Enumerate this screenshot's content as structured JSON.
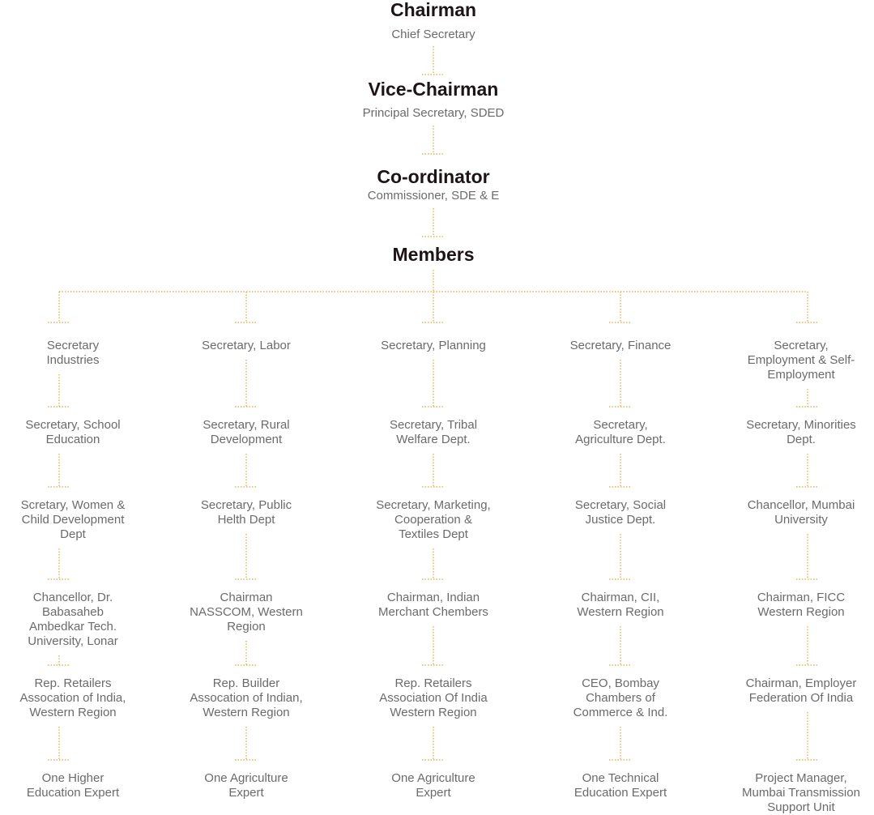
{
  "top": [
    {
      "title": "Chairman",
      "subtitle": "Chief Secretary"
    },
    {
      "title": "Vice-Chairman",
      "subtitle": "Principal Secretary, SDED"
    },
    {
      "title": "Co-ordinator",
      "subtitle": "Commissioner, SDE & E"
    },
    {
      "title": "Members"
    }
  ],
  "columns": [
    [
      "Secretary\nIndustries",
      "Secretary, School\nEducation",
      "Scretary, Women &\nChild Development\nDept",
      "Chancellor, Dr.\nBabasaheb\nAmbedkar Tech.\nUniversity, Lonar",
      "Rep. Retailers\nAssocation of India,\nWestern Region",
      "One Higher\nEducation Expert"
    ],
    [
      "Secretary, Labor",
      "Secretary, Rural\nDevelopment",
      "Secretary, Public\nHelth Dept",
      "Chairman\nNASSCOM, Western\nRegion",
      "Rep. Builder\nAssocation of Indian,\nWestern Region",
      "One Agriculture\nExpert"
    ],
    [
      "Secretary, Planning",
      "Secretary, Tribal\nWelfare Dept.",
      "Secretary, Marketing,\nCooperation &\nTextiles Dept",
      "Chairman, Indian\nMerchant Chembers",
      "Rep. Retailers\nAssociation Of India\nWestern Region",
      "One Agriculture\nExpert"
    ],
    [
      "Secretary, Finance",
      "Secretary,\nAgriculture Dept.",
      "Secretary, Social\nJustice Dept.",
      "Chairman, CII,\nWestern Region",
      "CEO, Bombay\nChambers of\nCommerce & Ind.",
      "One Technical\nEducation Expert"
    ],
    [
      "Secretary,\nEmployment & Self-\nEmployment",
      "Secretary, Minorities\nDept.",
      "Chancellor, Mumbai\nUniversity",
      "Chairman, FICC\nWestern Region",
      "Chairman, Employer\nFederation Of India",
      "Project Manager,\nMumbai Transmission\nSupport Unit"
    ]
  ],
  "colors": {
    "line": "#e0a43a",
    "title": "#1e1416",
    "text": "#6b6b6b"
  }
}
